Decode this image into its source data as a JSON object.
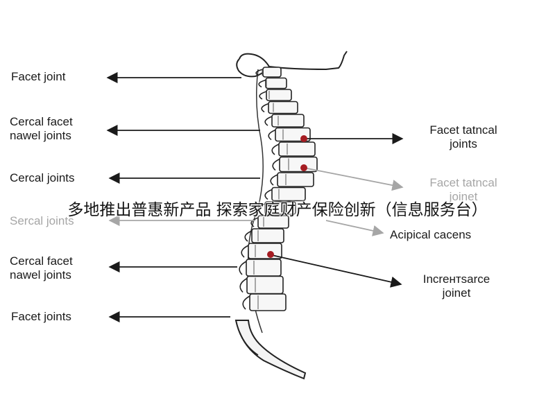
{
  "left_labels": [
    {
      "text": "Facet joint"
    },
    {
      "text": "Cercal facet\nnawel joints"
    },
    {
      "text": "Cercal joints"
    },
    {
      "text": "Sercal joints"
    },
    {
      "text": "Cercal facet\nnawel joints"
    },
    {
      "text": "Facet joints"
    }
  ],
  "right_labels": [
    {
      "text": "Facet tatncal\njoints"
    },
    {
      "text": "Facet tatncal\njoinet"
    },
    {
      "text": "Acipical cacens"
    },
    {
      "text": "Incrентsarce\njoinet"
    }
  ],
  "overlay": {
    "banner": "多地推出普惠新产品 探索家庭财产保险创新（信息服务台）"
  },
  "colors": {
    "ink": "#1a1a1a",
    "faded": "#a6a6a6",
    "marker": "#a51c22"
  }
}
